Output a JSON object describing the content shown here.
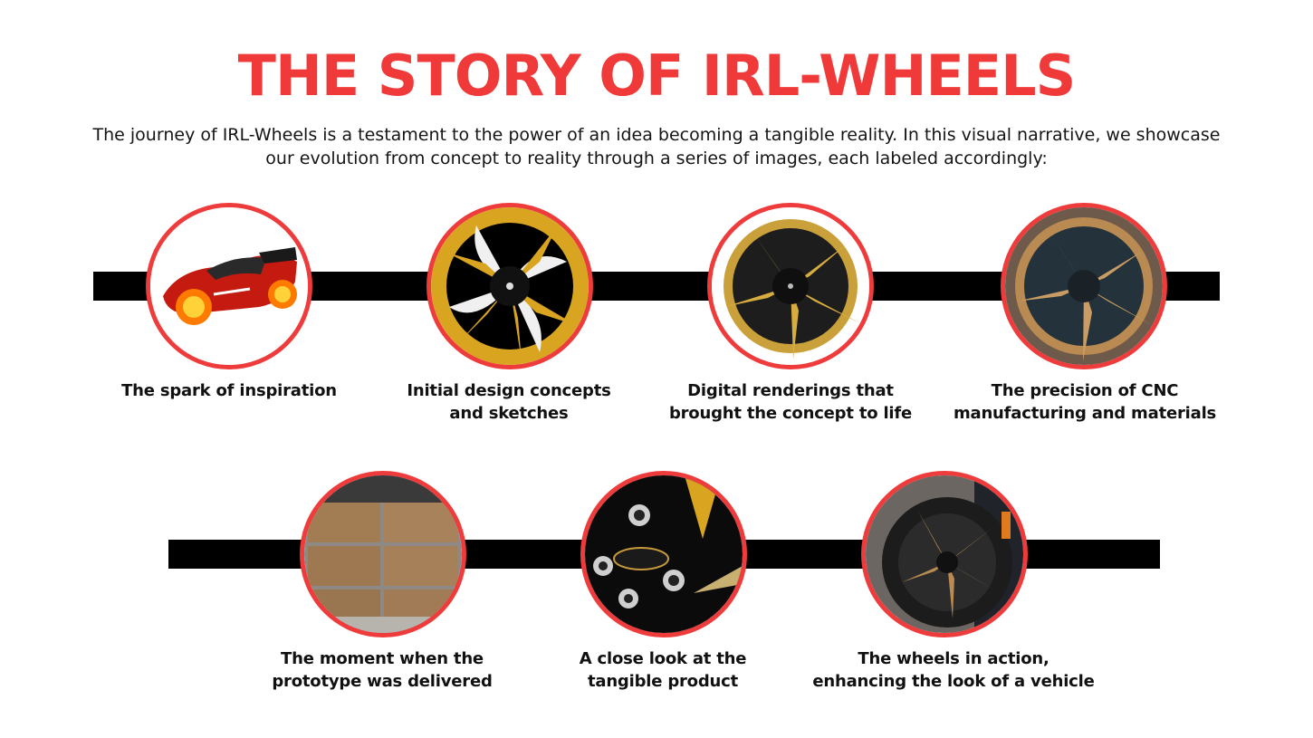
{
  "header": {
    "title": "THE STORY OF IRL-WHEELS",
    "intro": "The journey of IRL-Wheels is a testament to the power of an idea becoming a tangible reality. In this visual narrative, we showcase our evolution from concept to reality through a series of images, each labeled accordingly:"
  },
  "timeline": {
    "row1": [
      {
        "caption_line1": "The spark of inspiration",
        "caption_line2": ""
      },
      {
        "caption_line1": "Initial design concepts",
        "caption_line2": "and sketches"
      },
      {
        "caption_line1": "Digital renderings that",
        "caption_line2": "brought the concept to life"
      },
      {
        "caption_line1": "The precision of CNC",
        "caption_line2": "manufacturing and materials"
      }
    ],
    "row2": [
      {
        "caption_line1": "The moment when the",
        "caption_line2": "prototype was delivered"
      },
      {
        "caption_line1": "A close look at the",
        "caption_line2": "tangible product"
      },
      {
        "caption_line1": "The wheels in action,",
        "caption_line2": "enhancing the look of a vehicle"
      }
    ]
  },
  "colors": {
    "accent": "#ee3b3b",
    "bar": "#000000",
    "gold": "#d9a521",
    "bronze": "#b98a52"
  }
}
